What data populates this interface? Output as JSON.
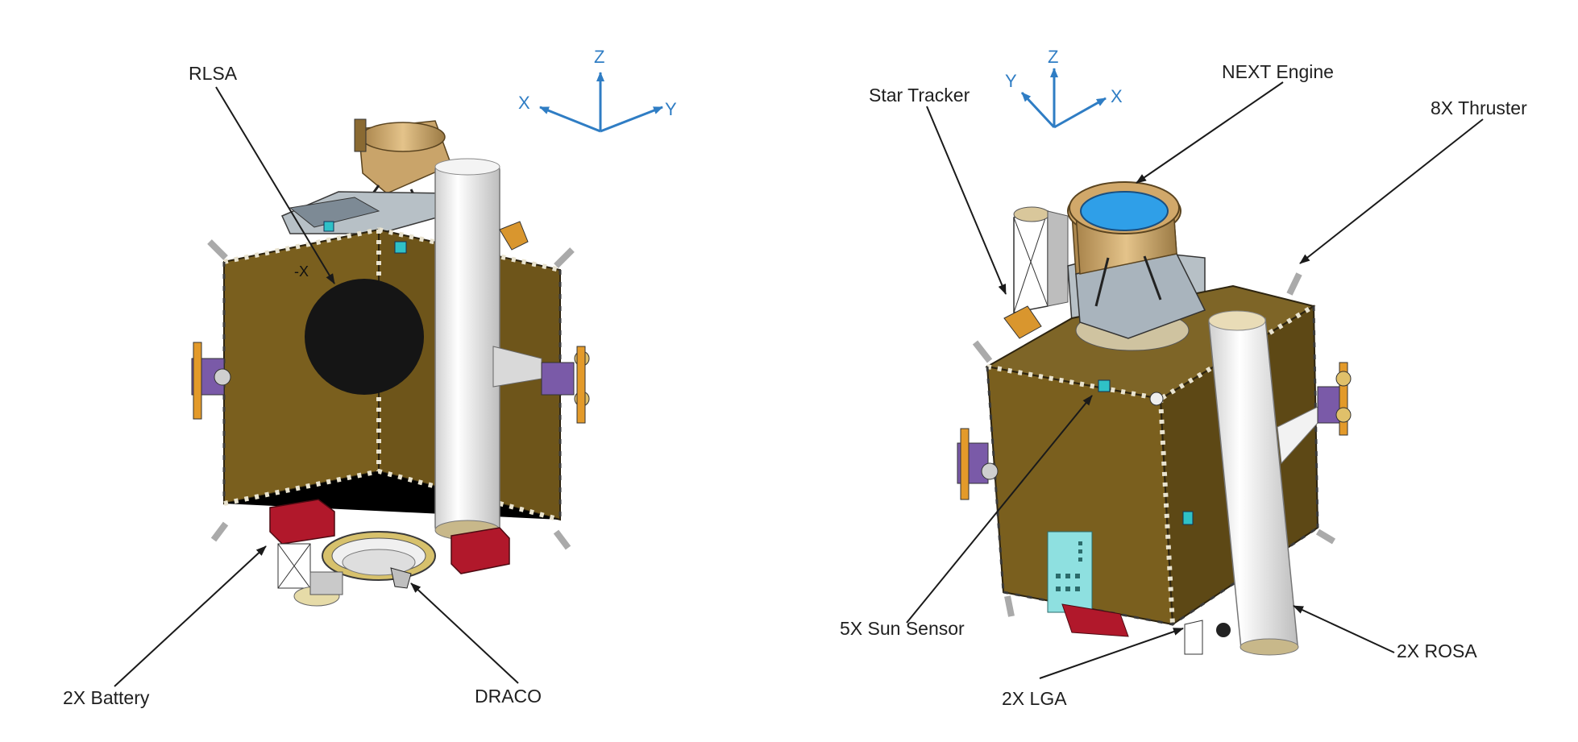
{
  "left_view": {
    "axes": {
      "z": "Z",
      "x": "X",
      "y": "Y"
    },
    "face_marker": "-X",
    "labels": {
      "rlsa": "RLSA",
      "battery": "2X Battery",
      "draco": "DRACO"
    }
  },
  "right_view": {
    "axes": {
      "z": "Z",
      "x": "X",
      "y": "Y"
    },
    "labels": {
      "star_tracker": "Star Tracker",
      "next_engine": "NEXT Engine",
      "thruster": "8X Thruster",
      "sun_sensor": "5X Sun Sensor",
      "lga": "2X LGA",
      "rosa": "2X ROSA"
    }
  },
  "colors": {
    "panel": "#7a5f1e",
    "panel_dark": "#5d4815",
    "axis": "#2f7dc4",
    "battery": "#b1182b",
    "engine_blue": "#2f9fe8",
    "rosa": "#e8e8e8",
    "bracket": "#7a5aa8",
    "accent_teal": "#2fc1c7"
  }
}
